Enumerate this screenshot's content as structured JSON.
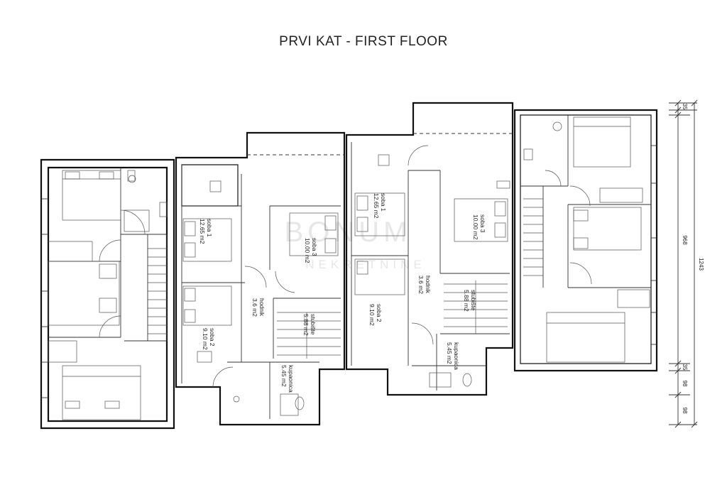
{
  "title": "PRVI KAT - FIRST FLOOR",
  "watermark": {
    "line1": "BONUM",
    "line2": "NEKRETNINE"
  },
  "rooms": [
    {
      "name": "soba 1",
      "area": "12.65 m2"
    },
    {
      "name": "soba 3",
      "area": "10.00 m2"
    },
    {
      "name": "hodnik",
      "area": "3.6 m2"
    },
    {
      "name": "stubište",
      "area": "5.88 m2"
    },
    {
      "name": "soba 2",
      "area": "9.10 m2"
    },
    {
      "name": "kupaonica",
      "area": "5.45 m2"
    },
    {
      "name": "soba 1",
      "area": "12.65 m2"
    },
    {
      "name": "soba 3",
      "area": "10.00 m2"
    },
    {
      "name": "hodnik",
      "area": "3.6 m2"
    },
    {
      "name": "stubište",
      "area": "5.88 m2"
    },
    {
      "name": "soba 2",
      "area": "9.10 m2"
    },
    {
      "name": "kupaonica",
      "area": "5.45 m2"
    }
  ],
  "dimensions": {
    "d1": "35",
    "d2": "968",
    "d3": "1243",
    "d4": "35",
    "d5": "98",
    "d6": "98"
  }
}
